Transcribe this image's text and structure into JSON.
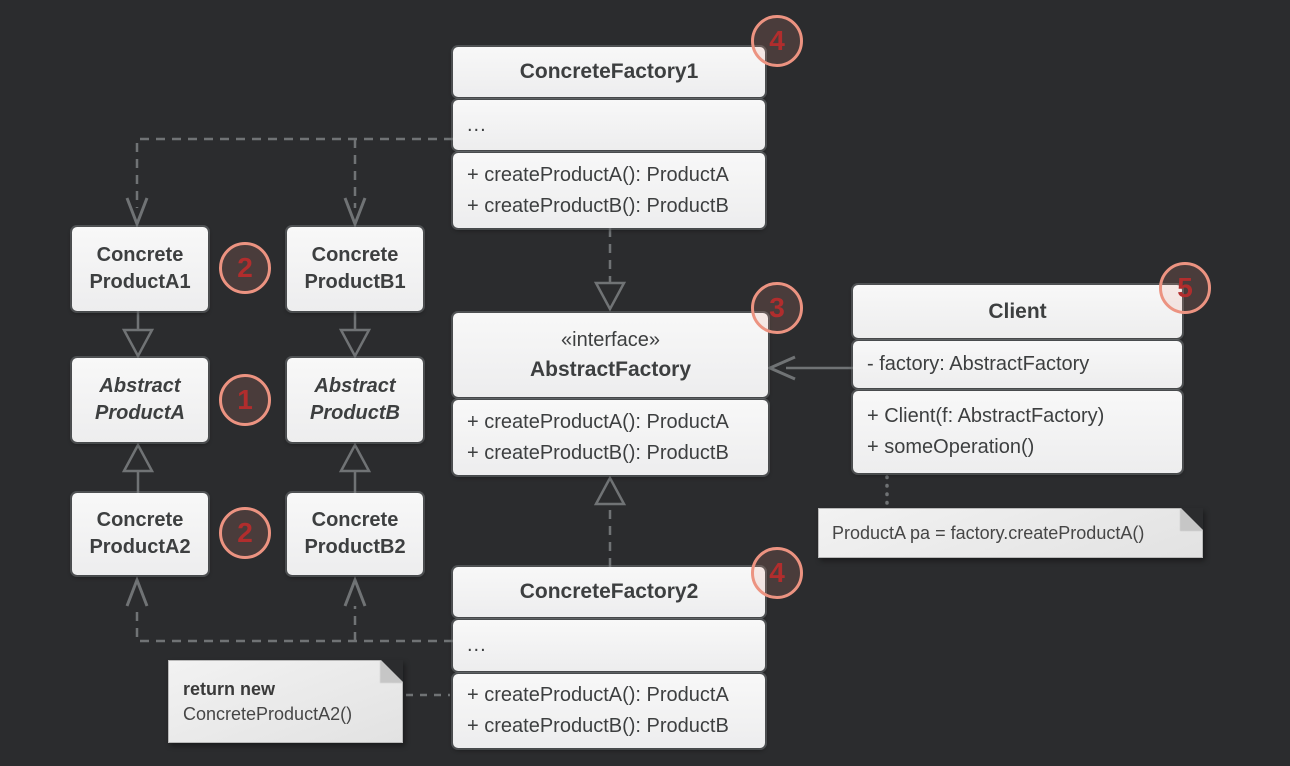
{
  "diagram": {
    "title": "Abstract Factory UML diagram",
    "background": "#2b2c2e",
    "line_color": "#707375",
    "box_fill_top": "#f8f8f8",
    "box_fill_bottom": "#ededee",
    "box_text_color": "#3d3f40",
    "badge_border": "#ec9381",
    "badge_fill": "rgba(236,147,129,0.16)",
    "badge_text_color": "#b12d2d"
  },
  "classes": {
    "concrete_factory_1": {
      "title": "ConcreteFactory1",
      "body": "...",
      "methods": [
        "+ createProductA(): ProductA",
        "+ createProductB(): ProductB"
      ]
    },
    "abstract_factory": {
      "stereotype": "«interface»",
      "title": "AbstractFactory",
      "methods": [
        "+ createProductA(): ProductA",
        "+ createProductB(): ProductB"
      ]
    },
    "concrete_factory_2": {
      "title": "ConcreteFactory2",
      "body": "...",
      "methods": [
        "+ createProductA(): ProductA",
        "+ createProductB(): ProductB"
      ]
    },
    "client": {
      "title": "Client",
      "attributes": [
        "- factory: AbstractFactory"
      ],
      "methods": [
        "+ Client(f: AbstractFactory)",
        "+ someOperation()"
      ]
    },
    "concrete_product_a1": {
      "line1": "Concrete",
      "line2": "ProductA1"
    },
    "concrete_product_b1": {
      "line1": "Concrete",
      "line2": "ProductB1"
    },
    "abstract_product_a": {
      "line1": "Abstract",
      "line2": "ProductA"
    },
    "abstract_product_b": {
      "line1": "Abstract",
      "line2": "ProductB"
    },
    "concrete_product_a2": {
      "line1": "Concrete",
      "line2": "ProductA2"
    },
    "concrete_product_b2": {
      "line1": "Concrete",
      "line2": "ProductB2"
    }
  },
  "notes": {
    "client_note": "ProductA pa = factory.createProductA()",
    "factory_note_line1": "return new",
    "factory_note_line2": "ConcreteProductA2()"
  },
  "badges": {
    "abstract_products": "1",
    "concrete_products_row1": "2",
    "concrete_products_row2": "2",
    "abstract_factory": "3",
    "concrete_factory_1": "4",
    "concrete_factory_2": "4",
    "client": "5"
  }
}
